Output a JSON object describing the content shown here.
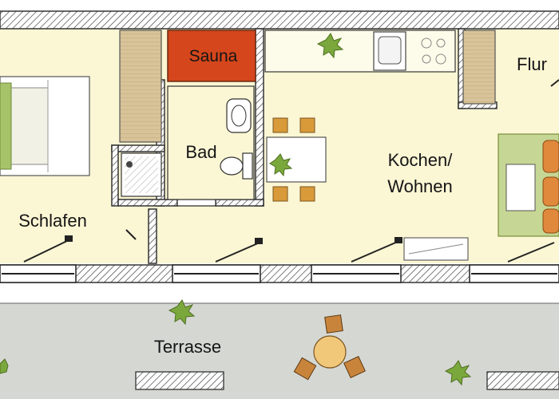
{
  "rooms": {
    "sauna": "Sauna",
    "flur": "Flur",
    "bad": "Bad",
    "kochen_line1": "Kochen/",
    "kochen_line2": "Wohnen",
    "schlafen": "Schlafen",
    "terrasse": "Terrasse"
  },
  "colors": {
    "floor": "#fbf6d4",
    "terrace": "#d5d7d3",
    "sauna": "#d5461c",
    "wall_hatch": "#3a3a3a",
    "furniture_wood": "#d2bb8c",
    "chair": "#d99a3a",
    "plant": "#7ba83c"
  },
  "icons": [
    "bed-icon",
    "shower-icon",
    "sink-icon",
    "toilet-icon",
    "dining-table-icon",
    "chair-icon",
    "plant-icon",
    "sofa-icon",
    "rug-icon",
    "window-icon",
    "door-icon",
    "stove-icon"
  ]
}
